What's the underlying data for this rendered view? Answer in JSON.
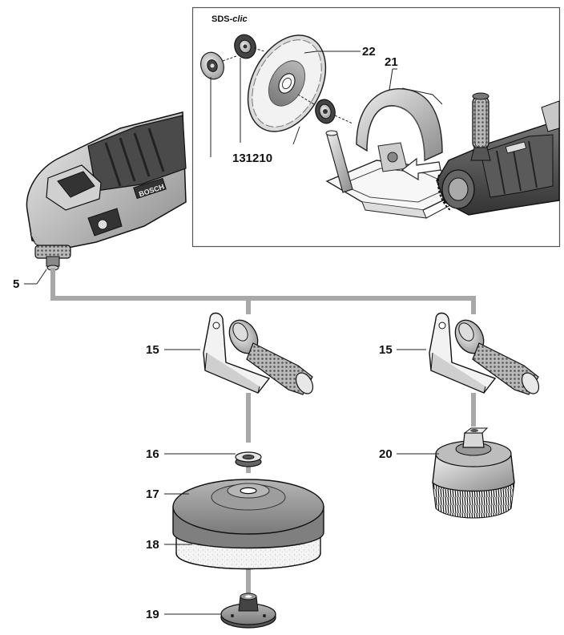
{
  "brand": {
    "sds": "SDS-",
    "clic": "clic"
  },
  "labels": {
    "l5": "5",
    "l22": "22",
    "l21": "21",
    "l131210": "131210",
    "l15a": "15",
    "l15b": "15",
    "l16": "16",
    "l17": "17",
    "l18": "18",
    "l19": "19",
    "l20": "20"
  },
  "colors": {
    "connector": "#a8a8a8",
    "line": "#222222",
    "inset_border": "#555555"
  }
}
